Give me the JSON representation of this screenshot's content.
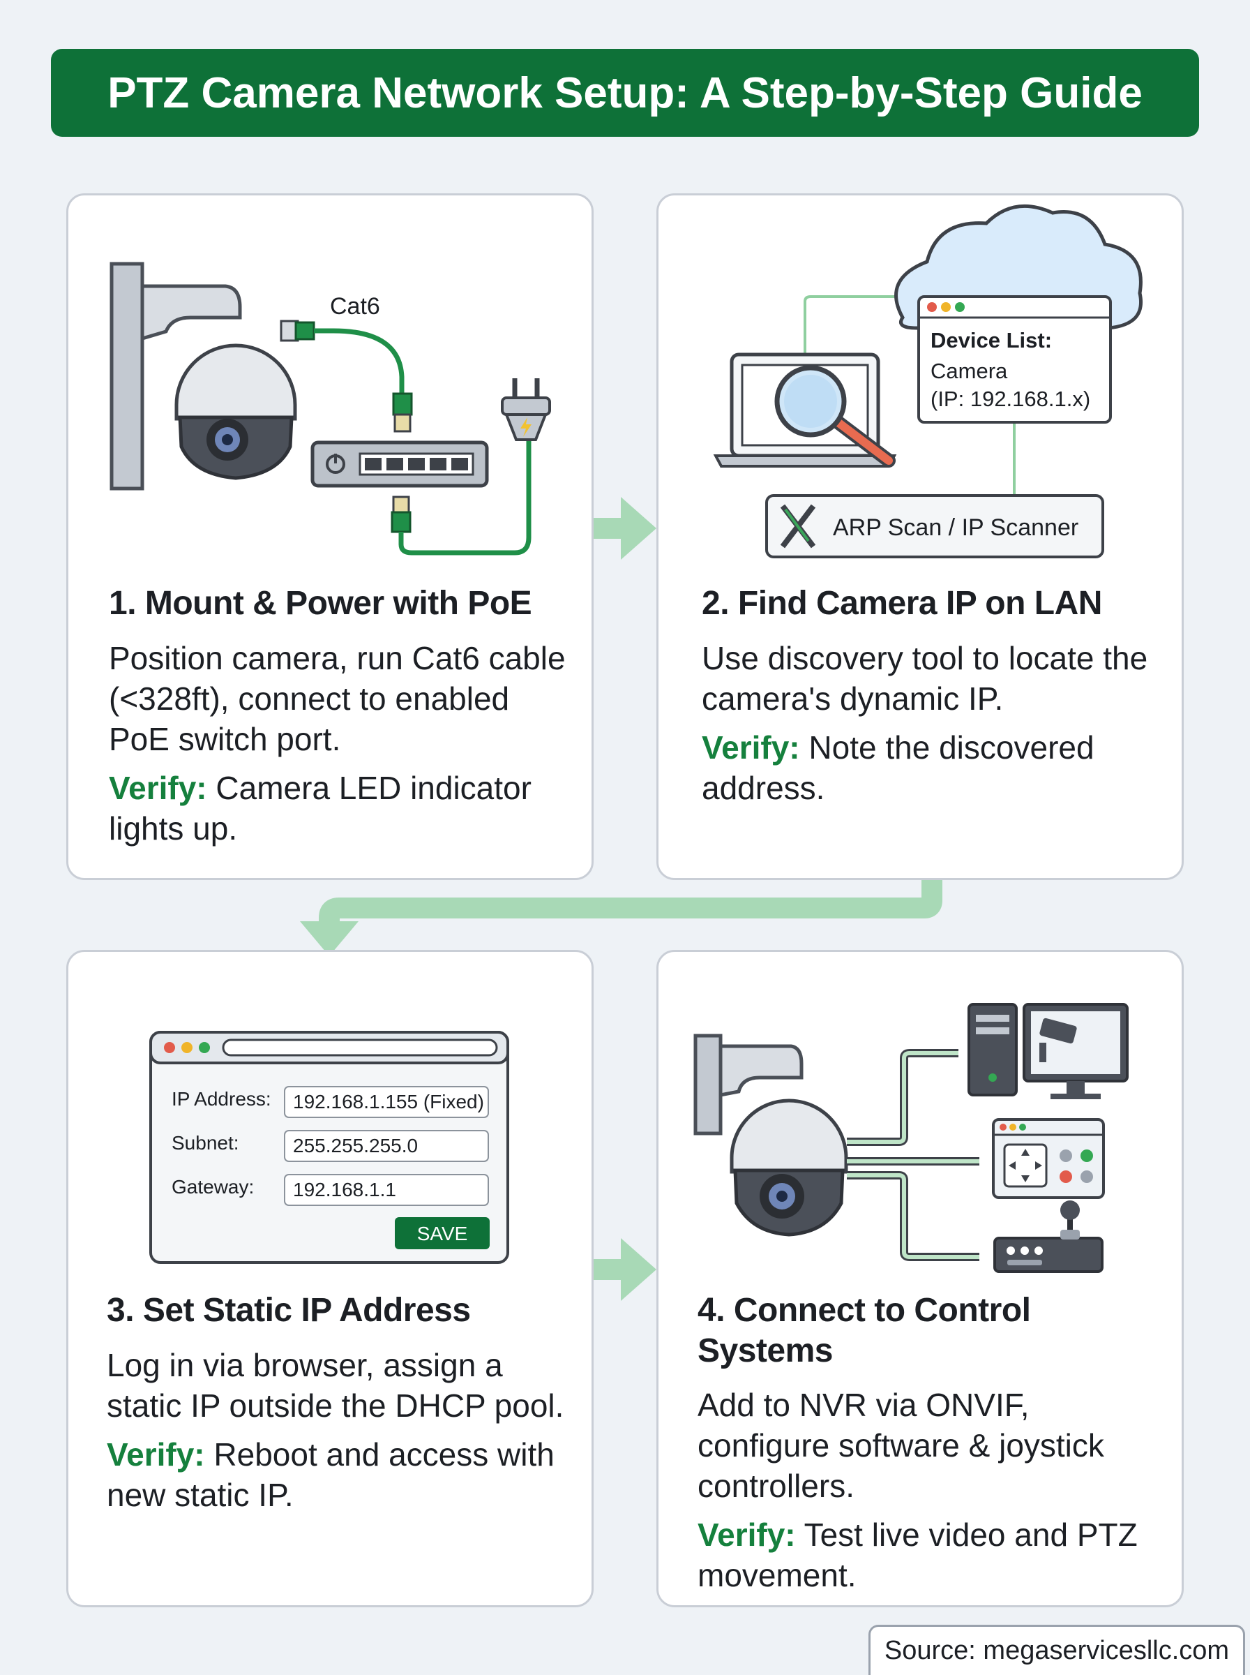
{
  "title": "PTZ Camera Network Setup: A Step-by-Step Guide",
  "colors": {
    "title_bg": "#0e7138",
    "verify_text": "#15803d",
    "cable": "#1f8f48",
    "flow_arrow": "#a8d9b6",
    "card_border": "#c9ced6",
    "button_bg": "#0e7138"
  },
  "verify_label": "Verify:",
  "steps": [
    {
      "title": "1. Mount & Power with PoE",
      "description": "Position camera, run Cat6 cable (<328ft), connect to enabled PoE switch port.",
      "verify": "Camera LED indicator lights up.",
      "illustration": {
        "cable_label": "Cat6"
      }
    },
    {
      "title": "2. Find Camera IP on LAN",
      "description": "Use discovery tool to locate the camera's dynamic IP.",
      "verify": "Note the discovered address.",
      "illustration": {
        "device_list_title": "Device List:",
        "device_name": "Camera",
        "device_ip": "(IP: 192.168.1.x)",
        "scanner_label": "ARP Scan / IP Scanner"
      }
    },
    {
      "title": "3. Set Static IP Address",
      "description": "Log in via browser, assign a static IP outside the DHCP pool.",
      "verify": "Reboot and access with new static IP.",
      "illustration": {
        "fields": [
          {
            "label": "IP Address:",
            "value": "192.168.1.155 (Fixed)"
          },
          {
            "label": "Subnet:",
            "value": "255.255.255.0"
          },
          {
            "label": "Gateway:",
            "value": "192.168.1.1"
          }
        ],
        "save_label": "SAVE"
      }
    },
    {
      "title": "4. Connect to Control Systems",
      "description": "Add to NVR via ONVIF, configure software & joystick controllers.",
      "verify": "Test live video and PTZ movement.",
      "illustration": {}
    }
  ],
  "source": "Source: megaservicesllc.com"
}
